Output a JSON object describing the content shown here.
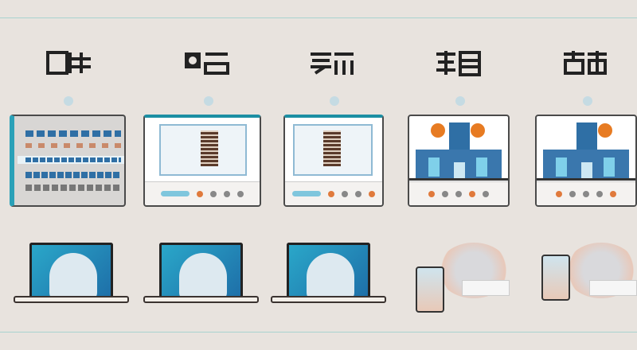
{
  "colors": {
    "background": "#e8e3de",
    "accent_blue": "#2f6fa5",
    "accent_orange": "#e07a3c",
    "teal": "#7fc6dd"
  },
  "cards": [
    {
      "type": "table-panel"
    },
    {
      "type": "dashboard-panel"
    },
    {
      "type": "dashboard-panel"
    },
    {
      "type": "building-illustration"
    },
    {
      "type": "building-illustration"
    }
  ],
  "devices": [
    "laptop",
    "laptop",
    "laptop",
    "tablet",
    "tablet"
  ]
}
